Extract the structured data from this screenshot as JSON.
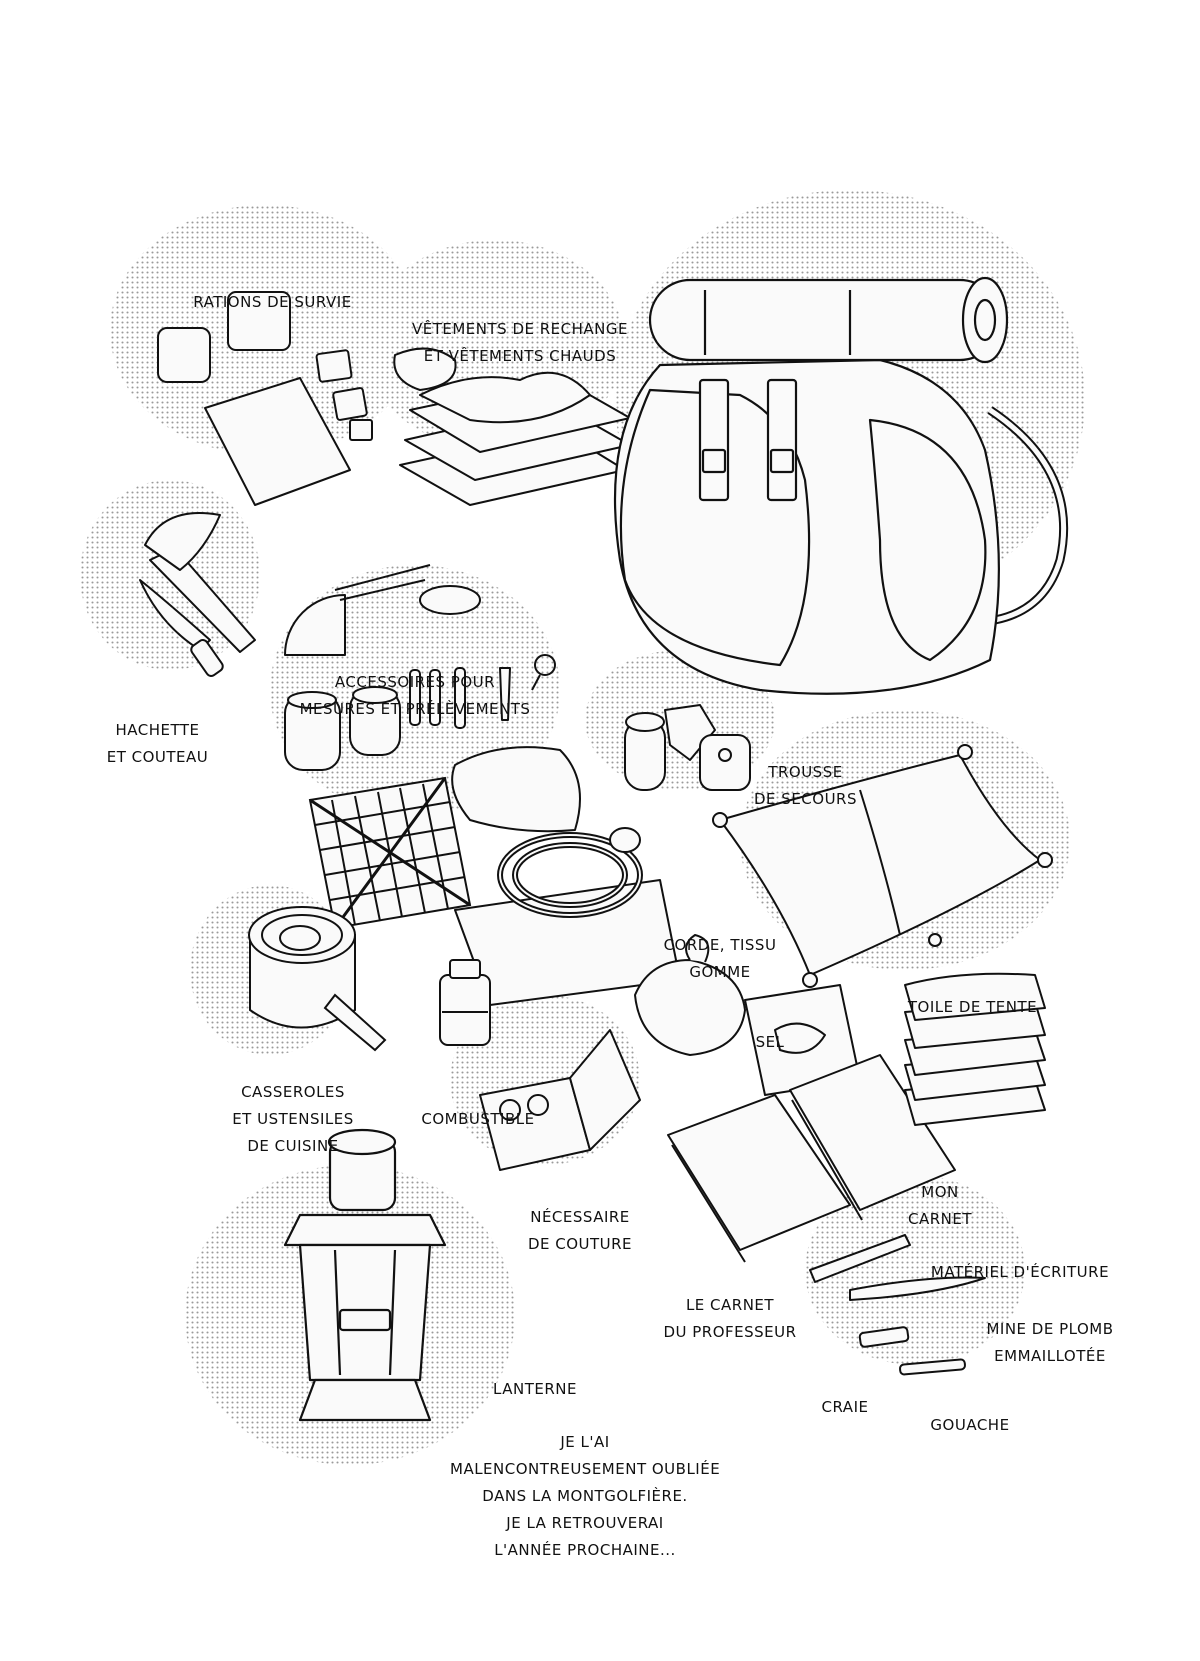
{
  "colors": {
    "ink": "#111111",
    "shade": "#d6d6d6",
    "paper": "#ffffff",
    "fill": "#fafafa"
  },
  "labels": {
    "rations": [
      "RATIONS DE SURVIE"
    ],
    "clothes": [
      "VÊTEMENTS DE RECHANGE",
      "ET VÊTEMENTS CHAUDS"
    ],
    "hatchet": [
      "HACHETTE",
      "ET COUTEAU"
    ],
    "measure": [
      "ACCESSOIRES POUR",
      "MESURES ET PRÉLÈVEMENTS"
    ],
    "firstaid": [
      "TROUSSE",
      "DE SECOURS"
    ],
    "rope": [
      "CORDE, TISSU",
      "GOMME"
    ],
    "tent": [
      "TOILE DE TENTE"
    ],
    "salt": [
      "SEL"
    ],
    "pots": [
      "CASSEROLES",
      "ET USTENSILES",
      "DE CUISINE"
    ],
    "fuel": [
      "COMBUSTIBLE"
    ],
    "sewing": [
      "NÉCESSAIRE",
      "DE COUTURE"
    ],
    "mynotebook": [
      "MON",
      "CARNET"
    ],
    "profnotebook": [
      "LE CARNET",
      "DU PROFESSEUR"
    ],
    "writing": [
      "MATÉRIEL D'ÉCRITURE"
    ],
    "pencil": [
      "MINE DE PLOMB",
      "EMMAILLOTÉE"
    ],
    "chalk": [
      "CRAIE"
    ],
    "gouache": [
      "GOUACHE"
    ],
    "lantern": [
      "LANTERNE"
    ],
    "lantern_note": [
      "JE L'AI",
      "MALENCONTREUSEMENT OUBLIÉE",
      "DANS LA MONTGOLFIÈRE.",
      "JE LA RETROUVERAI",
      "L'ANNÉE PROCHAINE..."
    ]
  },
  "icons": [
    "survival-rations-icon",
    "clothes-stack-icon",
    "backpack-icon",
    "hatchet-icon",
    "knife-icon",
    "measuring-tools-icon",
    "jars-icon",
    "grid-sieve-icon",
    "first-aid-kit-icon",
    "rope-icon",
    "tent-canvas-icon",
    "cooking-pot-icon",
    "fuel-bottle-icon",
    "salt-bag-icon",
    "sewing-kit-icon",
    "professor-notebook-icon",
    "my-notebook-icon",
    "pencil-icon",
    "chalk-icon",
    "gouache-icon",
    "lantern-icon"
  ]
}
